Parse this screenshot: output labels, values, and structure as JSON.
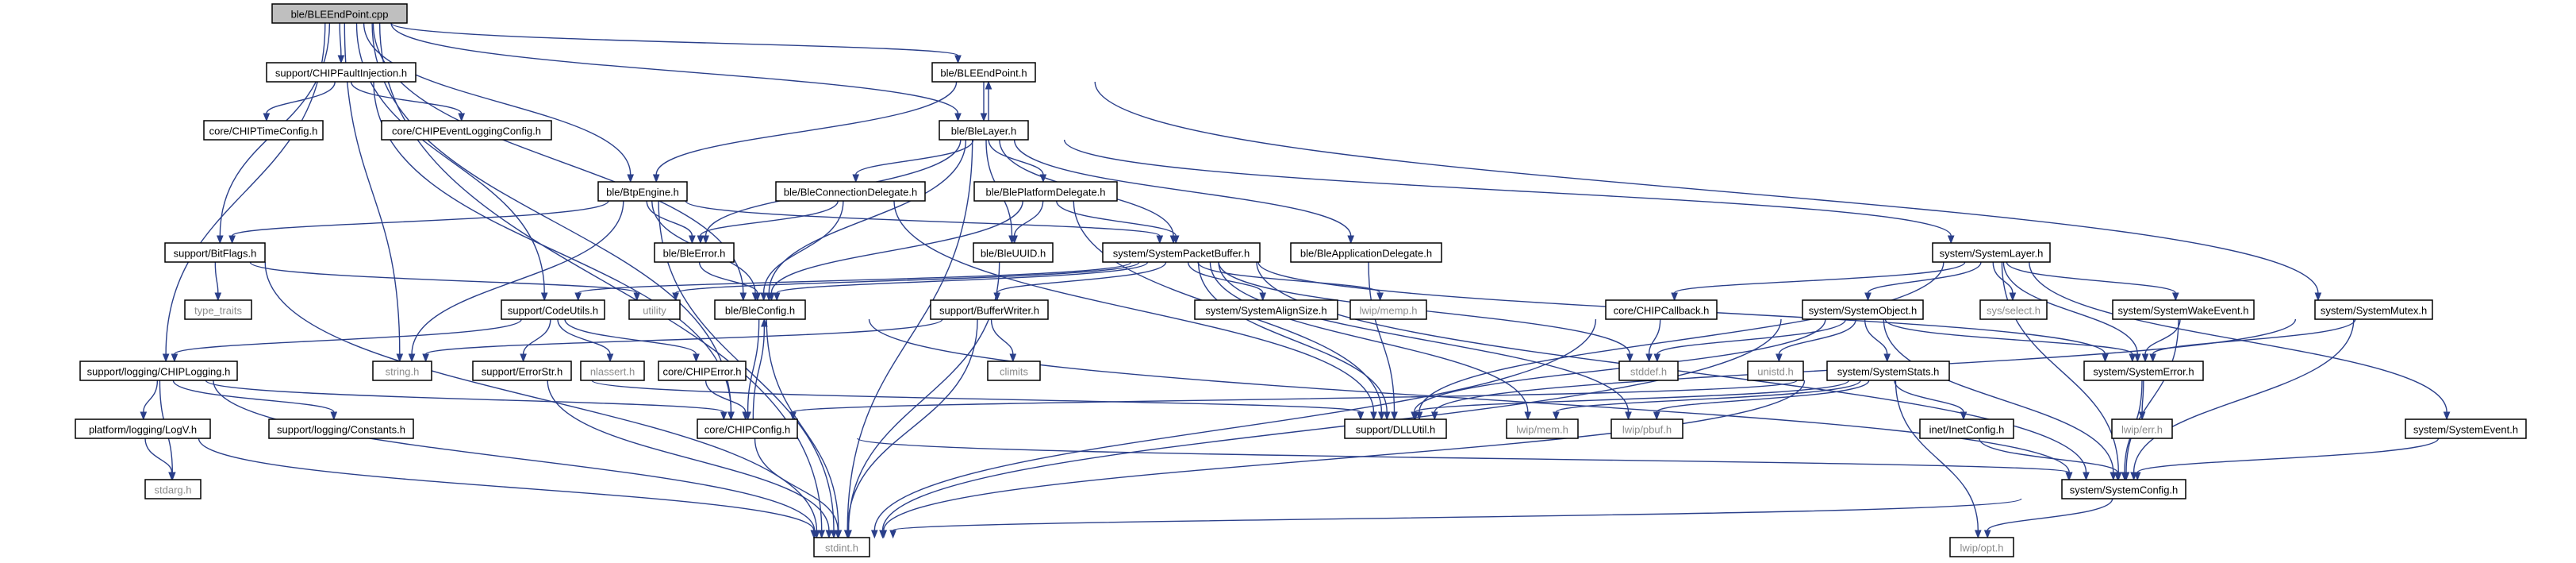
{
  "graph": {
    "nodes": [
      {
        "id": "BLEEndPoint_cpp",
        "label": "ble/BLEEndPoint.cpp",
        "style": "root"
      },
      {
        "id": "CHIPFaultInjection_h",
        "label": "support/CHIPFaultInjection.h",
        "style": "box"
      },
      {
        "id": "BLEEndPoint_h",
        "label": "ble/BLEEndPoint.h",
        "style": "box"
      },
      {
        "id": "CHIPTimeConfig_h",
        "label": "core/CHIPTimeConfig.h",
        "style": "box"
      },
      {
        "id": "CHIPEventLoggingConfig_h",
        "label": "core/CHIPEventLoggingConfig.h",
        "style": "box"
      },
      {
        "id": "BleLayer_h",
        "label": "ble/BleLayer.h",
        "style": "box"
      },
      {
        "id": "BtpEngine_h",
        "label": "ble/BtpEngine.h",
        "style": "box"
      },
      {
        "id": "BleConnectionDelegate_h",
        "label": "ble/BleConnectionDelegate.h",
        "style": "box"
      },
      {
        "id": "BlePlatformDelegate_h",
        "label": "ble/BlePlatformDelegate.h",
        "style": "box"
      },
      {
        "id": "BitFlags_h",
        "label": "support/BitFlags.h",
        "style": "box"
      },
      {
        "id": "BleError_h",
        "label": "ble/BleError.h",
        "style": "box"
      },
      {
        "id": "BleUUID_h",
        "label": "ble/BleUUID.h",
        "style": "box"
      },
      {
        "id": "SystemPacketBuffer_h",
        "label": "system/SystemPacketBuffer.h",
        "style": "box"
      },
      {
        "id": "BleApplicationDelegate_h",
        "label": "ble/BleApplicationDelegate.h",
        "style": "box"
      },
      {
        "id": "SystemLayer_h",
        "label": "system/SystemLayer.h",
        "style": "box"
      },
      {
        "id": "type_traits",
        "label": "type_traits",
        "style": "system"
      },
      {
        "id": "CodeUtils_h",
        "label": "support/CodeUtils.h",
        "style": "box"
      },
      {
        "id": "utility",
        "label": "utility",
        "style": "system"
      },
      {
        "id": "BleConfig_h",
        "label": "ble/BleConfig.h",
        "style": "box"
      },
      {
        "id": "BufferWriter_h",
        "label": "support/BufferWriter.h",
        "style": "box"
      },
      {
        "id": "SystemAlignSize_h",
        "label": "system/SystemAlignSize.h",
        "style": "box"
      },
      {
        "id": "lwip_memp_h",
        "label": "lwip/memp.h",
        "style": "system"
      },
      {
        "id": "CHIPCallback_h",
        "label": "core/CHIPCallback.h",
        "style": "box"
      },
      {
        "id": "SystemObject_h",
        "label": "system/SystemObject.h",
        "style": "box"
      },
      {
        "id": "sys_select_h",
        "label": "sys/select.h",
        "style": "system"
      },
      {
        "id": "SystemWakeEvent_h",
        "label": "system/SystemWakeEvent.h",
        "style": "box"
      },
      {
        "id": "SystemMutex_h",
        "label": "system/SystemMutex.h",
        "style": "box"
      },
      {
        "id": "CHIPLogging_h",
        "label": "support/logging/CHIPLogging.h",
        "style": "box"
      },
      {
        "id": "string_h",
        "label": "string.h",
        "style": "system"
      },
      {
        "id": "ErrorStr_h",
        "label": "support/ErrorStr.h",
        "style": "box"
      },
      {
        "id": "nlassert_h",
        "label": "nlassert.h",
        "style": "system"
      },
      {
        "id": "CHIPError_h",
        "label": "core/CHIPError.h",
        "style": "box"
      },
      {
        "id": "climits",
        "label": "climits",
        "style": "system"
      },
      {
        "id": "stddef_h",
        "label": "stddef.h",
        "style": "system"
      },
      {
        "id": "unistd_h",
        "label": "unistd.h",
        "style": "system"
      },
      {
        "id": "SystemStats_h",
        "label": "system/SystemStats.h",
        "style": "box"
      },
      {
        "id": "SystemError_h",
        "label": "system/SystemError.h",
        "style": "box"
      },
      {
        "id": "LogV_h",
        "label": "platform/logging/LogV.h",
        "style": "box"
      },
      {
        "id": "Constants_h",
        "label": "support/logging/Constants.h",
        "style": "box"
      },
      {
        "id": "CHIPConfig_h",
        "label": "core/CHIPConfig.h",
        "style": "box"
      },
      {
        "id": "DLLUtil_h",
        "label": "support/DLLUtil.h",
        "style": "box"
      },
      {
        "id": "lwip_mem_h",
        "label": "lwip/mem.h",
        "style": "system"
      },
      {
        "id": "lwip_pbuf_h",
        "label": "lwip/pbuf.h",
        "style": "system"
      },
      {
        "id": "InetConfig_h",
        "label": "inet/InetConfig.h",
        "style": "box"
      },
      {
        "id": "lwip_err_h",
        "label": "lwip/err.h",
        "style": "system"
      },
      {
        "id": "SystemEvent_h",
        "label": "system/SystemEvent.h",
        "style": "box"
      },
      {
        "id": "stdarg_h",
        "label": "stdarg.h",
        "style": "system"
      },
      {
        "id": "SystemConfig_h",
        "label": "system/SystemConfig.h",
        "style": "box"
      },
      {
        "id": "stdint_h",
        "label": "stdint.h",
        "style": "system"
      },
      {
        "id": "lwip_opt_h",
        "label": "lwip/opt.h",
        "style": "system"
      }
    ],
    "edges": [
      [
        "BLEEndPoint_cpp",
        "CHIPFaultInjection_h"
      ],
      [
        "BLEEndPoint_cpp",
        "BLEEndPoint_h"
      ],
      [
        "BLEEndPoint_cpp",
        "BleLayer_h"
      ],
      [
        "BLEEndPoint_cpp",
        "BtpEngine_h"
      ],
      [
        "BLEEndPoint_cpp",
        "BitFlags_h"
      ],
      [
        "BLEEndPoint_cpp",
        "BleConfig_h"
      ],
      [
        "BLEEndPoint_cpp",
        "CodeUtils_h"
      ],
      [
        "BLEEndPoint_cpp",
        "CHIPLogging_h"
      ],
      [
        "BLEEndPoint_cpp",
        "CHIPConfig_h"
      ],
      [
        "BLEEndPoint_cpp",
        "string_h"
      ],
      [
        "BLEEndPoint_cpp",
        "stdint_h"
      ],
      [
        "CHIPFaultInjection_h",
        "CHIPTimeConfig_h"
      ],
      [
        "CHIPFaultInjection_h",
        "CHIPEventLoggingConfig_h"
      ],
      [
        "CHIPFaultInjection_h",
        "CHIPConfig_h"
      ],
      [
        "BLEEndPoint_h",
        "BleLayer_h"
      ],
      [
        "BLEEndPoint_h",
        "BtpEngine_h"
      ],
      [
        "BLEEndPoint_h",
        "SystemMutex_h"
      ],
      [
        "BleLayer_h",
        "BLEEndPoint_h"
      ],
      [
        "BleLayer_h",
        "BleConnectionDelegate_h"
      ],
      [
        "BleLayer_h",
        "BlePlatformDelegate_h"
      ],
      [
        "BleLayer_h",
        "BleApplicationDelegate_h"
      ],
      [
        "BleLayer_h",
        "BleError_h"
      ],
      [
        "BleLayer_h",
        "BleUUID_h"
      ],
      [
        "BleLayer_h",
        "BleConfig_h"
      ],
      [
        "BleLayer_h",
        "SystemPacketBuffer_h"
      ],
      [
        "BleLayer_h",
        "SystemLayer_h"
      ],
      [
        "BleLayer_h",
        "stdint_h"
      ],
      [
        "BtpEngine_h",
        "BitFlags_h"
      ],
      [
        "BtpEngine_h",
        "BleError_h"
      ],
      [
        "BtpEngine_h",
        "BleConfig_h"
      ],
      [
        "BtpEngine_h",
        "SystemPacketBuffer_h"
      ],
      [
        "BtpEngine_h",
        "string_h"
      ],
      [
        "BtpEngine_h",
        "stdint_h"
      ],
      [
        "BleConnectionDelegate_h",
        "BleError_h"
      ],
      [
        "BleConnectionDelegate_h",
        "BleConfig_h"
      ],
      [
        "BleConnectionDelegate_h",
        "DLLUtil_h"
      ],
      [
        "BlePlatformDelegate_h",
        "BleConfig_h"
      ],
      [
        "BlePlatformDelegate_h",
        "BleUUID_h"
      ],
      [
        "BlePlatformDelegate_h",
        "SystemPacketBuffer_h"
      ],
      [
        "BlePlatformDelegate_h",
        "DLLUtil_h"
      ],
      [
        "BitFlags_h",
        "type_traits"
      ],
      [
        "BitFlags_h",
        "utility"
      ],
      [
        "BitFlags_h",
        "stdint_h"
      ],
      [
        "BleError_h",
        "BleConfig_h"
      ],
      [
        "BleUUID_h",
        "stdint_h"
      ],
      [
        "SystemPacketBuffer_h",
        "BleConfig_h"
      ],
      [
        "SystemPacketBuffer_h",
        "CodeUtils_h"
      ],
      [
        "SystemPacketBuffer_h",
        "BufferWriter_h"
      ],
      [
        "SystemPacketBuffer_h",
        "SystemAlignSize_h"
      ],
      [
        "SystemPacketBuffer_h",
        "lwip_memp_h"
      ],
      [
        "SystemPacketBuffer_h",
        "SystemConfig_h"
      ],
      [
        "SystemPacketBuffer_h",
        "SystemError_h"
      ],
      [
        "SystemPacketBuffer_h",
        "DLLUtil_h"
      ],
      [
        "SystemPacketBuffer_h",
        "lwip_mem_h"
      ],
      [
        "SystemPacketBuffer_h",
        "lwip_pbuf_h"
      ],
      [
        "SystemPacketBuffer_h",
        "stddef_h"
      ],
      [
        "SystemPacketBuffer_h",
        "utility"
      ],
      [
        "BleApplicationDelegate_h",
        "DLLUtil_h"
      ],
      [
        "SystemLayer_h",
        "CHIPCallback_h"
      ],
      [
        "SystemLayer_h",
        "SystemObject_h"
      ],
      [
        "SystemLayer_h",
        "sys_select_h"
      ],
      [
        "SystemLayer_h",
        "SystemWakeEvent_h"
      ],
      [
        "SystemLayer_h",
        "SystemError_h"
      ],
      [
        "SystemLayer_h",
        "SystemEvent_h"
      ],
      [
        "SystemLayer_h",
        "SystemConfig_h"
      ],
      [
        "SystemLayer_h",
        "DLLUtil_h"
      ],
      [
        "CodeUtils_h",
        "CHIPLogging_h"
      ],
      [
        "CodeUtils_h",
        "ErrorStr_h"
      ],
      [
        "CodeUtils_h",
        "nlassert_h"
      ],
      [
        "CodeUtils_h",
        "CHIPError_h"
      ],
      [
        "BleConfig_h",
        "CHIPConfig_h"
      ],
      [
        "BleConfig_h",
        "SystemConfig_h"
      ],
      [
        "BleConfig_h",
        "stdint_h"
      ],
      [
        "BufferWriter_h",
        "climits"
      ],
      [
        "BufferWriter_h",
        "string_h"
      ],
      [
        "BufferWriter_h",
        "stdint_h"
      ],
      [
        "CHIPCallback_h",
        "stddef_h"
      ],
      [
        "CHIPCallback_h",
        "stdint_h"
      ],
      [
        "SystemObject_h",
        "stddef_h"
      ],
      [
        "SystemObject_h",
        "unistd_h"
      ],
      [
        "SystemObject_h",
        "SystemStats_h"
      ],
      [
        "SystemObject_h",
        "SystemError_h"
      ],
      [
        "SystemObject_h",
        "SystemConfig_h"
      ],
      [
        "SystemObject_h",
        "DLLUtil_h"
      ],
      [
        "SystemObject_h",
        "stdint_h"
      ],
      [
        "SystemWakeEvent_h",
        "SystemError_h"
      ],
      [
        "SystemWakeEvent_h",
        "SystemConfig_h"
      ],
      [
        "SystemMutex_h",
        "SystemError_h"
      ],
      [
        "SystemMutex_h",
        "SystemConfig_h"
      ],
      [
        "SystemMutex_h",
        "DLLUtil_h"
      ],
      [
        "CHIPLogging_h",
        "LogV_h"
      ],
      [
        "CHIPLogging_h",
        "Constants_h"
      ],
      [
        "CHIPLogging_h",
        "CHIPConfig_h"
      ],
      [
        "CHIPLogging_h",
        "stdarg_h"
      ],
      [
        "CHIPLogging_h",
        "stdint_h"
      ],
      [
        "ErrorStr_h",
        "DLLUtil_h"
      ],
      [
        "ErrorStr_h",
        "stdint_h"
      ],
      [
        "CHIPError_h",
        "CHIPConfig_h"
      ],
      [
        "SystemStats_h",
        "CHIPConfig_h"
      ],
      [
        "SystemStats_h",
        "InetConfig_h"
      ],
      [
        "SystemStats_h",
        "DLLUtil_h"
      ],
      [
        "SystemStats_h",
        "lwip_mem_h"
      ],
      [
        "SystemStats_h",
        "lwip_pbuf_h"
      ],
      [
        "SystemStats_h",
        "lwip_opt_h"
      ],
      [
        "SystemStats_h",
        "stdint_h"
      ],
      [
        "SystemError_h",
        "lwip_err_h"
      ],
      [
        "SystemError_h",
        "SystemConfig_h"
      ],
      [
        "LogV_h",
        "stdarg_h"
      ],
      [
        "LogV_h",
        "stdint_h"
      ],
      [
        "CHIPConfig_h",
        "BleConfig_h"
      ],
      [
        "CHIPConfig_h",
        "SystemConfig_h"
      ],
      [
        "CHIPConfig_h",
        "stdint_h"
      ],
      [
        "InetConfig_h",
        "SystemConfig_h"
      ],
      [
        "SystemEvent_h",
        "SystemConfig_h"
      ],
      [
        "SystemConfig_h",
        "lwip_opt_h"
      ],
      [
        "SystemConfig_h",
        "stdint_h"
      ]
    ]
  },
  "colors": {
    "edge": "#2a3f8a",
    "root_fill": "#bfbfbf",
    "node_fill": "#ffffff",
    "node_border": "#000000",
    "node_text": "#000000",
    "system_border": "#bfbfbf",
    "system_text": "#8a8a8a"
  }
}
